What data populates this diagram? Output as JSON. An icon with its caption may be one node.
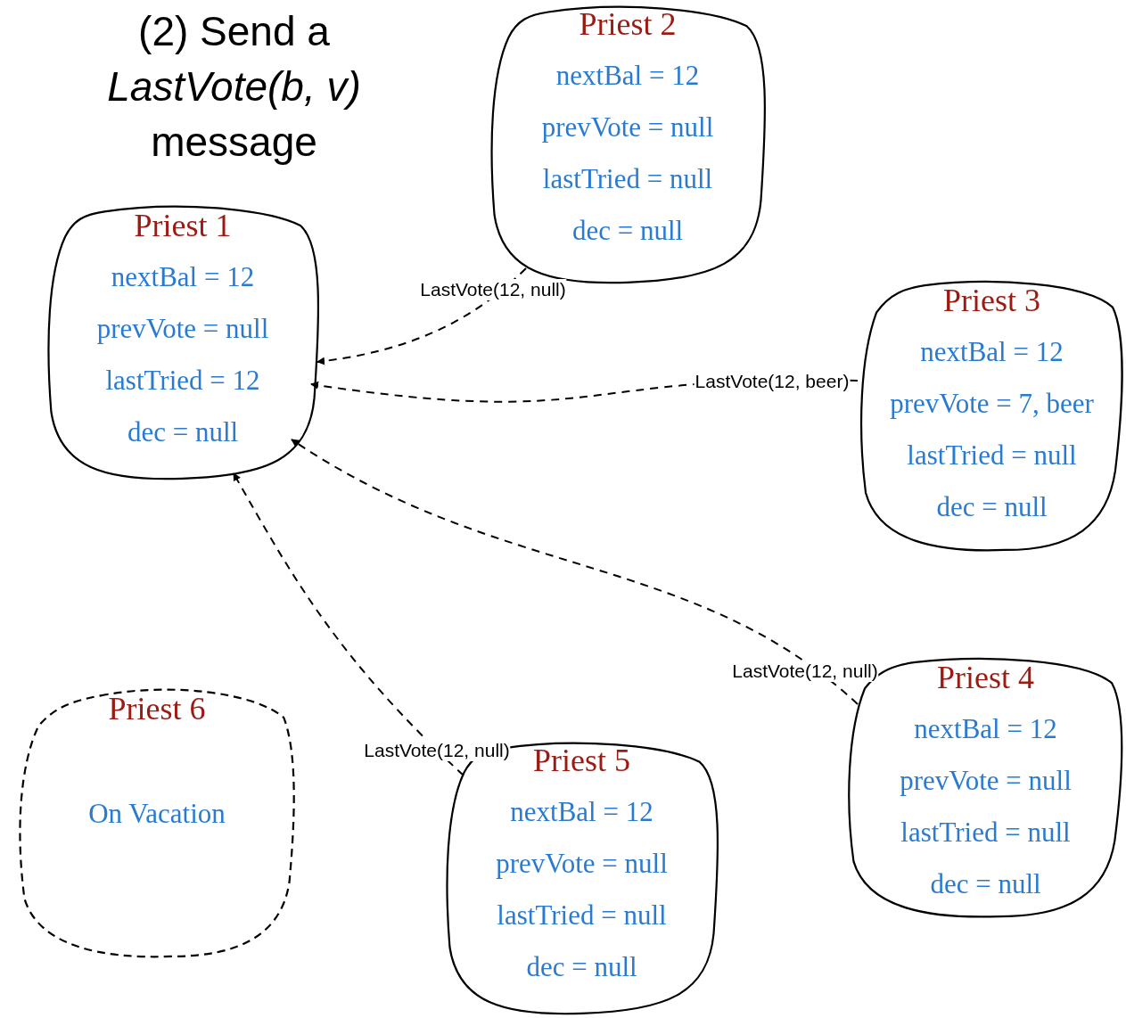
{
  "diagram": {
    "title": "(2) Send a *LastVote(b, v)* message",
    "nodes": [
      {
        "text": [
          "Priest 1",
          "nextBal = 12",
          "prevVote = null",
          "lastTried = 12",
          "dec = null"
        ]
      },
      {
        "text": [
          "Priest 2",
          "nextBal = 12",
          "prevVote = null",
          "lastTried = null",
          "dec = null"
        ]
      },
      {
        "text": [
          "Priest 3",
          "nextBal = 12",
          "prevVote = 7, beer",
          "lastTried = null",
          "dec = null"
        ]
      },
      {
        "text": [
          "Priest 4",
          "nextBal = 12",
          "prevVote = null",
          "lastTried = null",
          "dec = null"
        ]
      },
      {
        "text": [
          "Priest 5",
          "nextBal = 12",
          "prevVote = null",
          "lastTried = null",
          "dec = null"
        ]
      },
      {
        "text": [
          "Priest 6",
          "On Vacation"
        ]
      }
    ],
    "edges": [
      {
        "from": 1,
        "to": 0,
        "arrow": "to",
        "label": "LastVote(12, null)",
        "style": "dashed"
      },
      {
        "from": 2,
        "to": 0,
        "arrow": "to",
        "label": "LastVote(12, beer)",
        "style": "dashed"
      },
      {
        "from": 3,
        "to": 0,
        "arrow": "to",
        "label": "LastVote(12, null)",
        "style": "dashed"
      },
      {
        "from": 4,
        "to": 0,
        "arrow": "to",
        "label": "LastVote(12, null)",
        "style": "dashed"
      }
    ]
  }
}
